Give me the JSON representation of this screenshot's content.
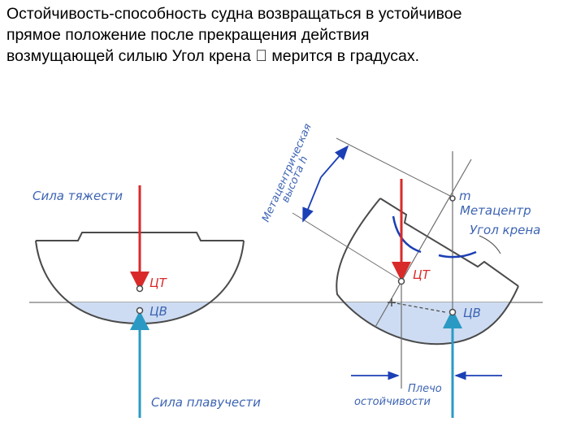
{
  "slide": {
    "title_lines": [
      "Остойчивость-способность судна возвращаться в устойчивое",
      "прямое положение после прекращения действия",
      "возмущающей силыю Угол крена  мерится в градусах."
    ]
  },
  "diagram": {
    "labels": {
      "gravity_force": "Сила тяжести",
      "cg": "ЦТ",
      "cb": "ЦВ",
      "buoyancy_force": "Сила плавучести",
      "metacentric_height_line1": "Метацентрическая",
      "metacentric_height_line2": "высота h",
      "m_point": "m",
      "metacenter": "Метацентр",
      "heel_angle": "Угол крена",
      "arm_line1": "Плечо",
      "arm_line2": "остойчивости",
      "cg_right": "ЦТ",
      "cb_right": "ЦВ"
    },
    "colors": {
      "hull": "#4a4a4a",
      "water": "#cddcf2",
      "force_gravity": "#d92a2a",
      "force_buoyancy": "#2a9ac4",
      "label": "#3d64b3",
      "dim_arrow": "#1b3fb5"
    }
  }
}
